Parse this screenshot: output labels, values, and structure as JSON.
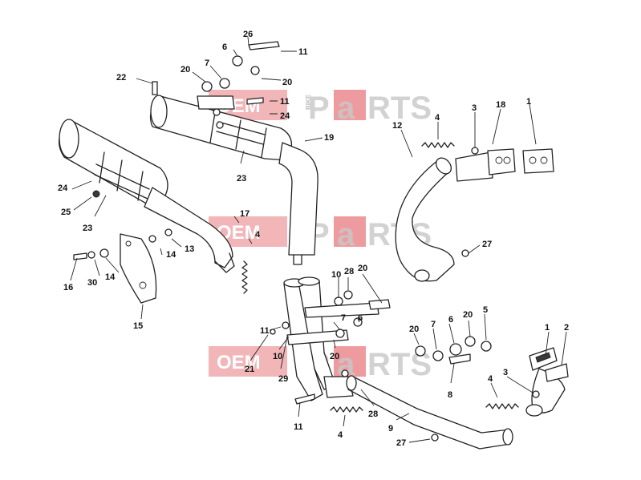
{
  "watermark": {
    "brand": "OEM",
    "bike": "BIKE",
    "p": "P",
    "a": "a",
    "rts": "RTS"
  },
  "callouts": [
    "1",
    "2",
    "3",
    "4",
    "5",
    "6",
    "7",
    "8",
    "9",
    "10",
    "11",
    "12",
    "13",
    "14",
    "15",
    "16",
    "17",
    "18",
    "19",
    "20",
    "21",
    "22",
    "23",
    "24",
    "25",
    "26",
    "27",
    "28",
    "29",
    "30"
  ]
}
